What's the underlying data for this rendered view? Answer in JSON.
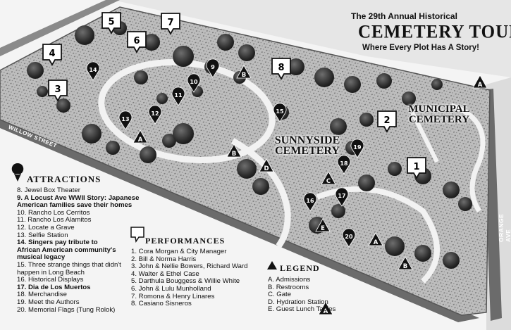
{
  "header": {
    "line1": "The 29th Annual Historical",
    "line2": "CEMETERY TOUR",
    "line3": "Where Every Plot Has A Story!"
  },
  "map_labels": {
    "willow_street": "WILLOW STREET",
    "orange_ave": "ORANGE AVE",
    "sunnyside_1": "SUNNYSIDE",
    "sunnyside_2": "CEMETERY",
    "municipal_1": "MUNICIPAL",
    "municipal_2": "CEMETERY"
  },
  "attractions": {
    "heading": "ATTRACTIONS",
    "items": [
      {
        "text": "8.   Jewel Box Theater",
        "bold": false
      },
      {
        "text": "9.   A Locust Ave WWII Story: Japanese",
        "bold": true
      },
      {
        "text": "     American families save their homes",
        "bold": true
      },
      {
        "text": "10. Rancho Los Cerritos",
        "bold": false
      },
      {
        "text": "11. Rancho Los Alamitos",
        "bold": false
      },
      {
        "text": "12. Locate a Grave",
        "bold": false
      },
      {
        "text": "13. Selfie Station",
        "bold": false
      },
      {
        "text": "14. Singers pay tribute to",
        "bold": true
      },
      {
        "text": "     African American community's",
        "bold": true
      },
      {
        "text": "     musical legacy",
        "bold": true
      },
      {
        "text": "15. Three strange things that didn't",
        "bold": false
      },
      {
        "text": "     happen in Long Beach",
        "bold": false
      },
      {
        "text": "16. Historical Displays",
        "bold": false
      },
      {
        "text": "17. Dia de Los Muertos",
        "bold": true
      },
      {
        "text": "18. Merchandise",
        "bold": false
      },
      {
        "text": "19. Meet the Authors",
        "bold": false
      },
      {
        "text": "20. Memorial Flags (Tung Rolok)",
        "bold": false
      }
    ]
  },
  "performances": {
    "heading": "PERFORMANCES",
    "items": [
      "1. Cora Morgan & City Manager",
      "2. Bill & Norma Harris",
      "3. John & Nellie Bowers, Richard Ward",
      "4. Walter & Ethel Case",
      "5. Darthula Bouggess & Willie White",
      "6. John & Lulu Munholland",
      "7. Romona & Henry Linares",
      "8. Casiano Sisneros"
    ]
  },
  "legend": {
    "heading": "LEGEND",
    "items": [
      "A. Admissions",
      "B. Restrooms",
      "C. Gate",
      "D. Hydration Station",
      "E. Guest Lunch Tables"
    ]
  },
  "markers": {
    "performances": [
      {
        "label": "1"
      },
      {
        "label": "2"
      },
      {
        "label": "3"
      },
      {
        "label": "4"
      },
      {
        "label": "5"
      },
      {
        "label": "6"
      },
      {
        "label": "7"
      },
      {
        "label": "8"
      }
    ],
    "attractions": [
      {
        "label": "9"
      },
      {
        "label": "10"
      },
      {
        "label": "11"
      },
      {
        "label": "12"
      },
      {
        "label": "13"
      },
      {
        "label": "14"
      },
      {
        "label": "15"
      },
      {
        "label": "16"
      },
      {
        "label": "17"
      },
      {
        "label": "18"
      },
      {
        "label": "19"
      },
      {
        "label": "20"
      }
    ],
    "legend_points": [
      {
        "label": "A"
      },
      {
        "label": "A"
      },
      {
        "label": "A"
      },
      {
        "label": "A"
      },
      {
        "label": "B"
      },
      {
        "label": "B"
      },
      {
        "label": "B"
      },
      {
        "label": "C"
      },
      {
        "label": "D"
      },
      {
        "label": "E"
      }
    ]
  }
}
